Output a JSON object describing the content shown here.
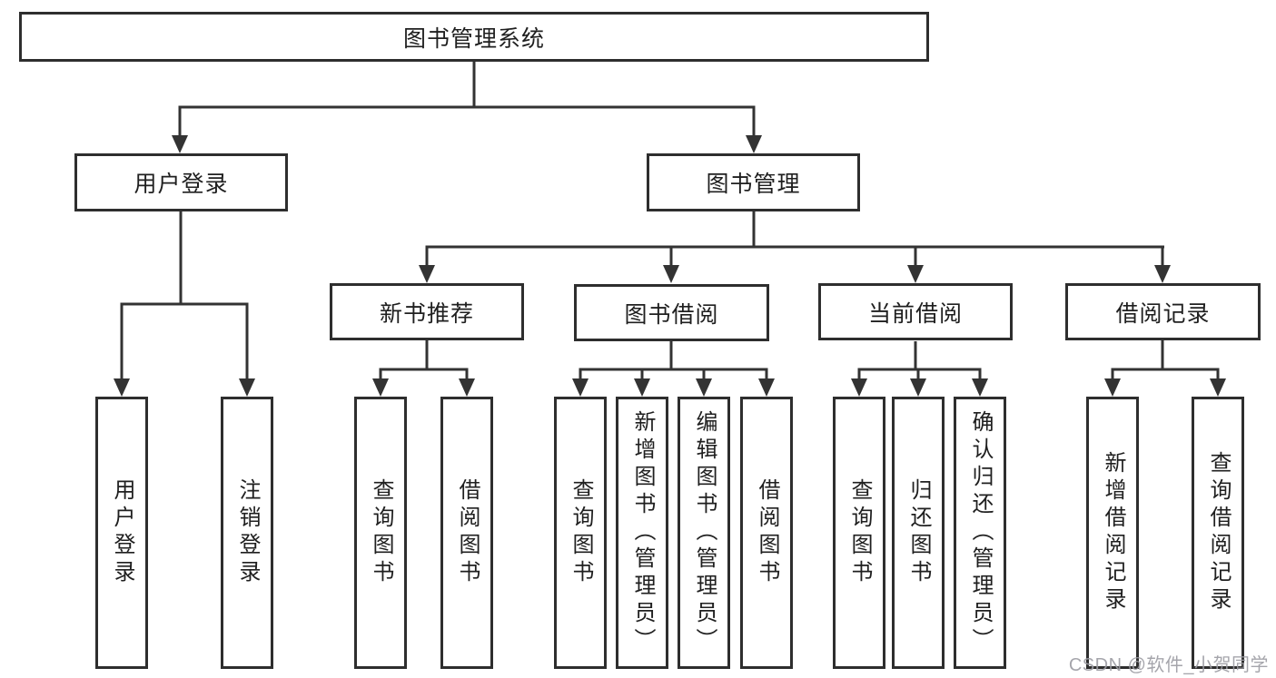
{
  "diagram": {
    "tree": {
      "root": {
        "label": "图书管理系统",
        "children": [
          {
            "label": "用户登录",
            "children": [
              {
                "label": "用户登录"
              },
              {
                "label": "注销登录"
              }
            ]
          },
          {
            "label": "图书管理",
            "children": [
              {
                "label": "新书推荐",
                "children": [
                  {
                    "label": "查询图书"
                  },
                  {
                    "label": "借阅图书"
                  }
                ]
              },
              {
                "label": "图书借阅",
                "children": [
                  {
                    "label": "查询图书"
                  },
                  {
                    "label": "新增图书（管理员）"
                  },
                  {
                    "label": "编辑图书（管理员）"
                  },
                  {
                    "label": "借阅图书"
                  }
                ]
              },
              {
                "label": "当前借阅",
                "children": [
                  {
                    "label": "查询图书"
                  },
                  {
                    "label": "归还图书"
                  },
                  {
                    "label": "确认归还（管理员）"
                  }
                ]
              },
              {
                "label": "借阅记录",
                "children": [
                  {
                    "label": "新增借阅记录"
                  },
                  {
                    "label": "查询借阅记录"
                  }
                ]
              }
            ]
          }
        ]
      }
    },
    "watermark": "CSDN @软件_小贺同学",
    "colors": {
      "line": "#333333",
      "box_border": "#2e2e2e",
      "text": "#1f1f1f",
      "watermark": "#9c9ca3",
      "background": "#ffffff"
    }
  }
}
